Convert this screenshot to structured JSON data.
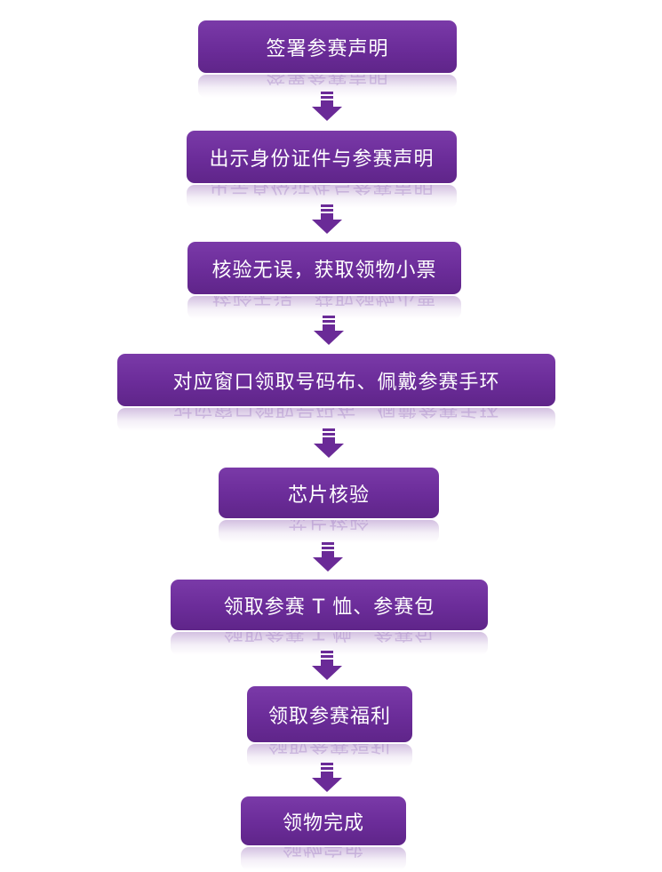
{
  "colors": {
    "box_fill": "#6b2c99",
    "arrow_fill": "#6a2a97",
    "text": "#ffffff"
  },
  "steps": [
    {
      "label": "签署参赛声明"
    },
    {
      "label": "出示身份证件与参赛声明"
    },
    {
      "label": "核验无误，获取领物小票"
    },
    {
      "label": "对应窗口领取号码布、佩戴参赛手环"
    },
    {
      "label": "芯片核验"
    },
    {
      "label": "领取参赛 T 恤、参赛包"
    },
    {
      "label": "领取参赛福利"
    },
    {
      "label": "领物完成"
    }
  ]
}
